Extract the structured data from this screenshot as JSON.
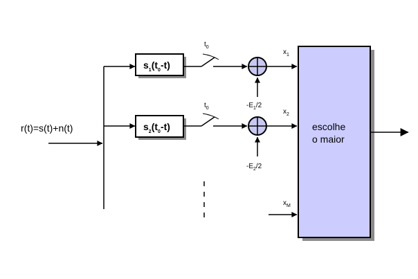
{
  "colors": {
    "line": "#000000",
    "block_fill": "#ffffff",
    "selector_fill": "#ccccff",
    "adder_fill": "#c8c8f0",
    "shadow": "#8c8c8c"
  },
  "input": {
    "label": "r(t)=s(t)+n(t)"
  },
  "branches": [
    {
      "filter_base": "s",
      "filter_sub": "1",
      "filter_mid": "(t",
      "filter_mid_sub": "0",
      "filter_end": "-t)",
      "sample_base": "t",
      "sample_sub": "0",
      "bias_pre": "-E",
      "bias_sub": "1",
      "bias_post": "/2",
      "output_base": "x",
      "output_sub": "1"
    },
    {
      "filter_base": "s",
      "filter_sub": "2",
      "filter_mid": "(t",
      "filter_mid_sub": "0",
      "filter_end": "-t)",
      "sample_base": "t",
      "sample_sub": "0",
      "bias_pre": "-E",
      "bias_sub": "2",
      "bias_post": "/2",
      "output_base": "x",
      "output_sub": "2"
    }
  ],
  "last_input": {
    "base": "x",
    "sub": "M"
  },
  "selector": {
    "line1": "escolhe",
    "line2": "o maior"
  }
}
